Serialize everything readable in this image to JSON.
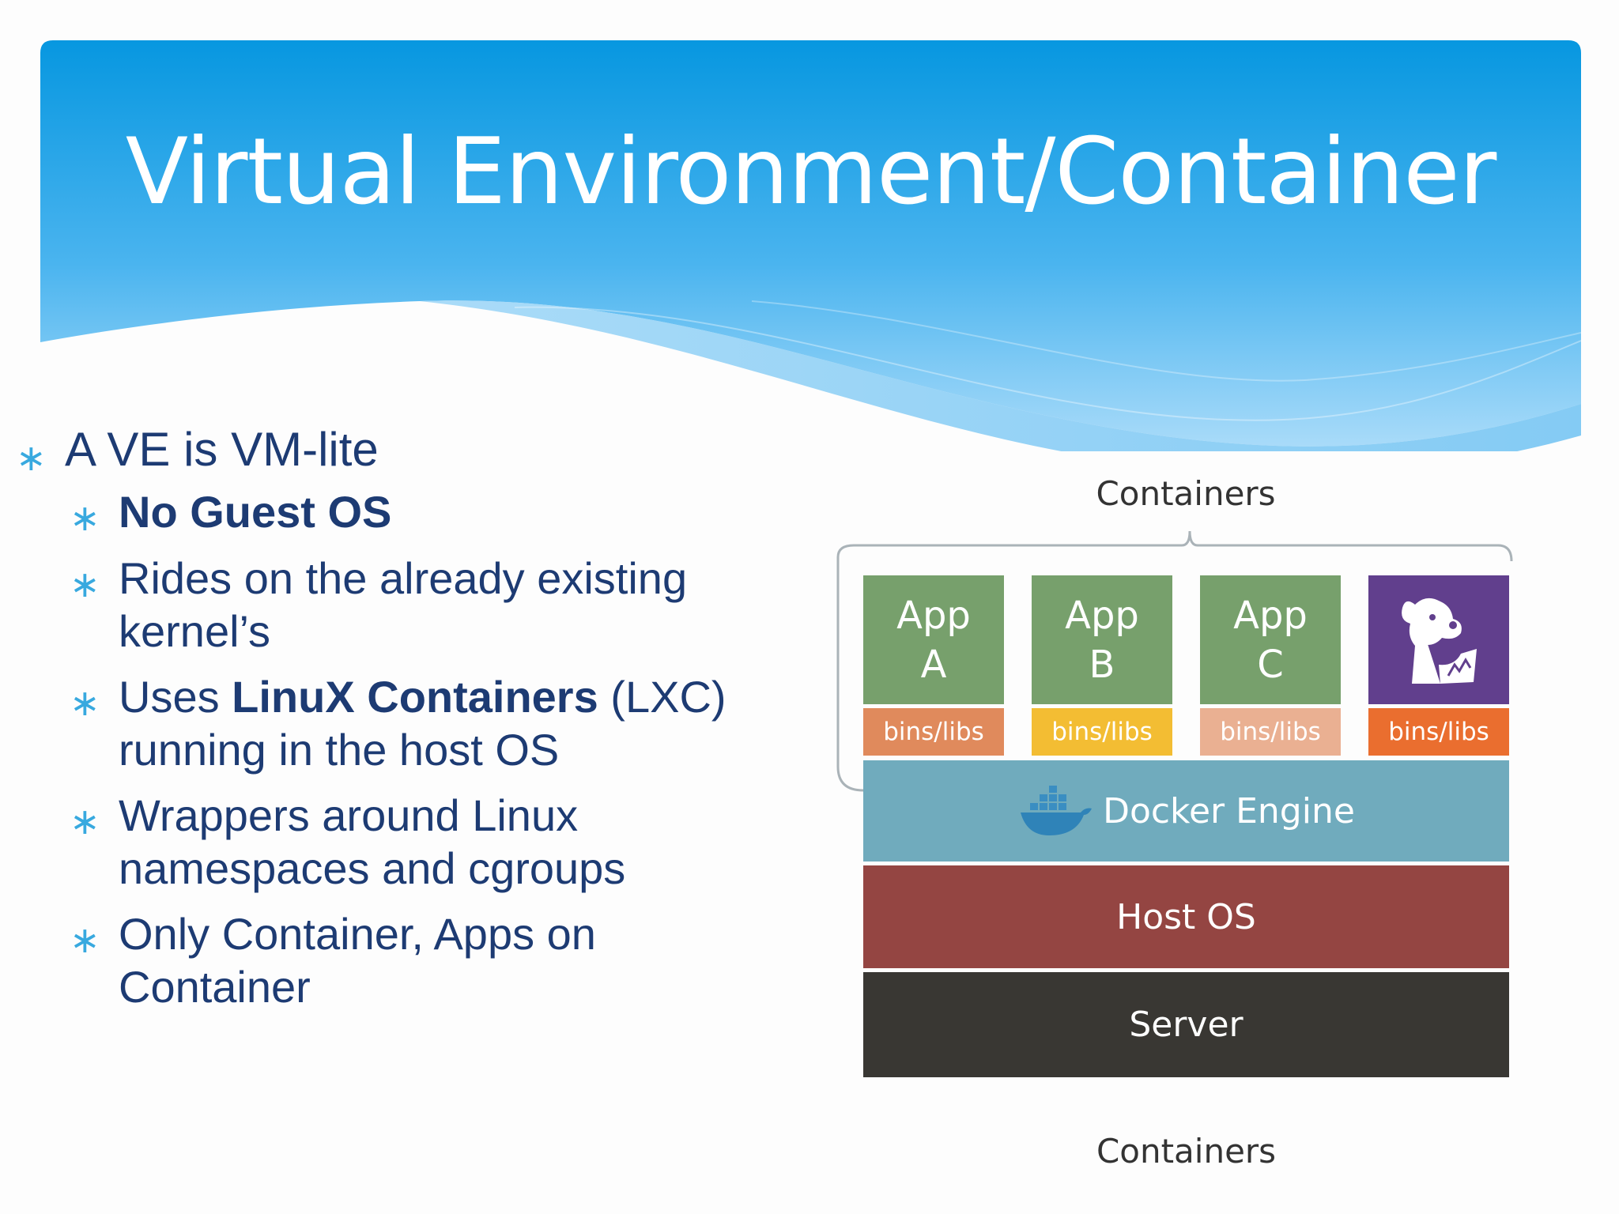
{
  "slide": {
    "title": "Virtual Environment/Container",
    "bullets": {
      "main": "A VE is VM-lite",
      "sub": [
        {
          "parts": [
            {
              "text": "No Guest OS",
              "bold": true
            }
          ]
        },
        {
          "parts": [
            {
              "text": "Rides on the already existing",
              "bold": false
            }
          ],
          "line2": "kernel’s"
        },
        {
          "parts": [
            {
              "text": "Uses ",
              "bold": false
            },
            {
              "text": "LinuX Containers",
              "bold": true
            },
            {
              "text": " (LXC)",
              "bold": false
            }
          ],
          "line2": "running in the host OS"
        },
        {
          "parts": [
            {
              "text": "Wrappers around Linux",
              "bold": false
            }
          ],
          "line2": "namespaces and cgroups"
        },
        {
          "parts": [
            {
              "text": "Only Container, Apps on",
              "bold": false
            }
          ],
          "line2": "Container"
        }
      ]
    }
  },
  "diagram": {
    "top_caption": "Containers",
    "bottom_caption": "Containers",
    "apps": [
      {
        "line1": "App",
        "line2": "A",
        "libs": "bins/libs",
        "app_color": "#77a06c",
        "libs_color": "#e08a5c"
      },
      {
        "line1": "App",
        "line2": "B",
        "libs": "bins/libs",
        "app_color": "#77a06c",
        "libs_color": "#f3bd33"
      },
      {
        "line1": "App",
        "line2": "C",
        "libs": "bins/libs",
        "app_color": "#77a06c",
        "libs_color": "#eab092"
      },
      {
        "icon": "datadog-dog-icon",
        "libs": "bins/libs",
        "app_color": "#613f8d",
        "libs_color": "#ea6e2f"
      }
    ],
    "engine": {
      "label": "Docker Engine",
      "icon": "docker-whale-icon",
      "color": "#70abbd"
    },
    "host_os": {
      "label": "Host OS",
      "color": "#944542"
    },
    "server": {
      "label": "Server",
      "color": "#393733"
    }
  }
}
